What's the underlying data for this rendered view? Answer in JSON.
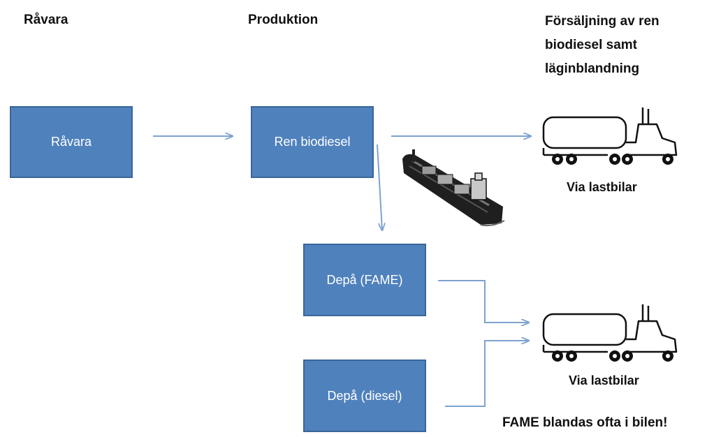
{
  "headers": {
    "ravara": "Råvara",
    "produktion": "Produktion",
    "forsaljning": "Försäljning av ren\nbiodiesel  samt\nläginblandning"
  },
  "boxes": {
    "ravara": "Råvara",
    "ren_biodiesel": "Ren biodiesel",
    "depa_fame": "Depå (FAME)",
    "depa_diesel": "Depå (diesel)"
  },
  "captions": {
    "truck_top": "Via lastbilar",
    "truck_bottom": "Via lastbilar",
    "note": "FAME blandas ofta i bilen!"
  },
  "colors": {
    "box_fill": "#4f81bd",
    "arrow": "#7ea2d0"
  },
  "icons": [
    "truck-icon",
    "cargo-ship-icon",
    "truck-icon"
  ]
}
